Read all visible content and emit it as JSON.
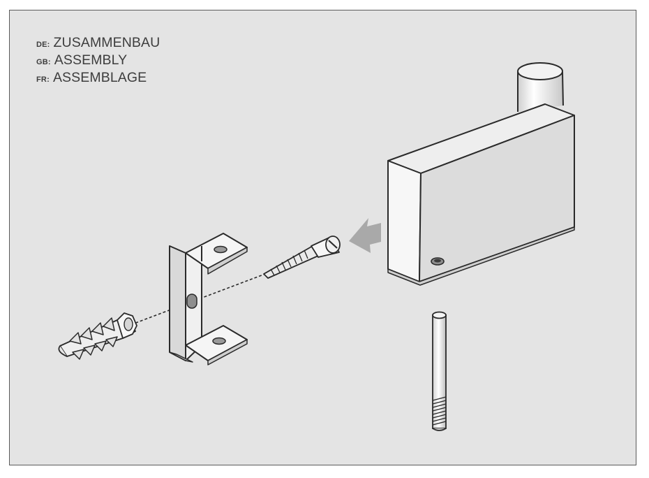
{
  "legend": [
    {
      "code": "DE:",
      "word": "ZUSAMMENBAU"
    },
    {
      "code": "GB:",
      "word": "ASSEMBLY"
    },
    {
      "code": "FR:",
      "word": "ASSEMBLAGE"
    }
  ],
  "colors": {
    "background": "#e4e4e4",
    "frame": "#5a5a5a",
    "outline": "#2a2a2a",
    "arrow": "#a9a9a9",
    "text": "#3d3d3d"
  },
  "components": [
    "hinge-block-icon",
    "pin-icon",
    "bracket-icon",
    "screw-icon",
    "wall-plug-icon",
    "insertion-arrow-icon"
  ]
}
